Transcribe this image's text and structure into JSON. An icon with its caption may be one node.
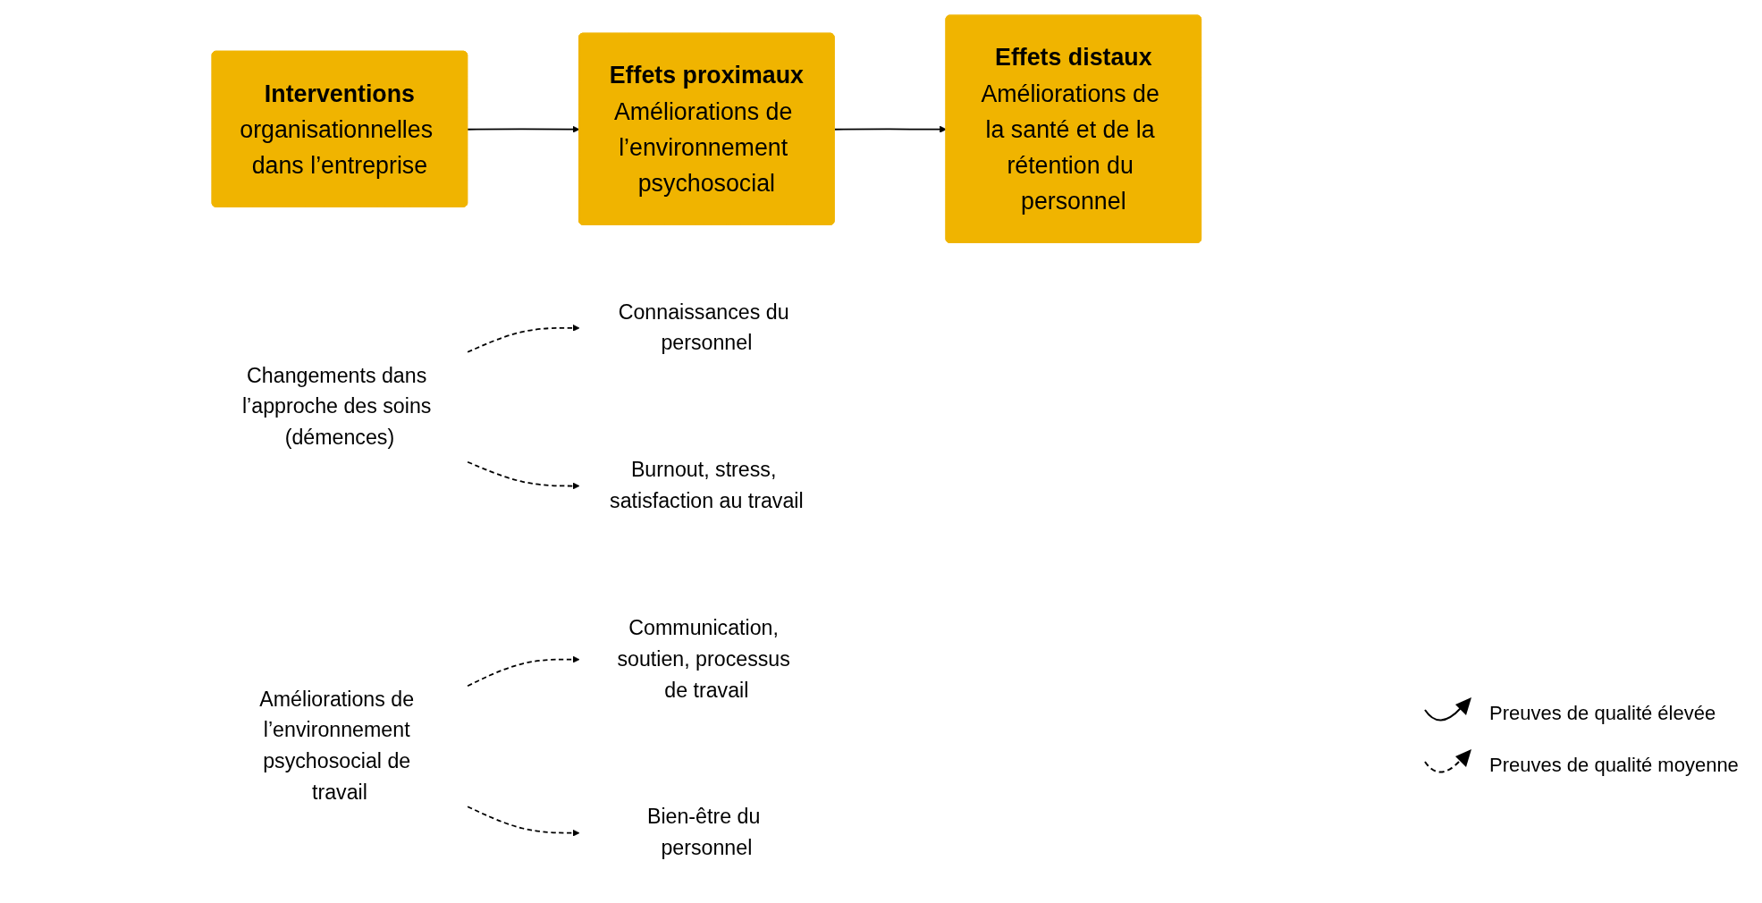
{
  "diagram": {
    "nodes": [
      {
        "text": [
          "Interventions",
          "organisationnelles dans l’entreprise"
        ]
      },
      {
        "text": [
          "Effets proximaux",
          "Améliorations de l’environnement psychosocial"
        ]
      },
      {
        "text": [
          "Effets distaux",
          "Améliorations de la santé et de la rétention du personnel"
        ]
      },
      {
        "text": [
          "Changements dans l’approche des soins (démences)"
        ]
      },
      {
        "text": [
          "Connaissances du personnel"
        ]
      },
      {
        "text": [
          "Burnout, stress, satisfaction au travail"
        ]
      },
      {
        "text": [
          "Améliorations de l’environnement psychosocial de travail"
        ]
      },
      {
        "text": [
          "Communication, soutien, processus de travail"
        ]
      },
      {
        "text": [
          "Bien-être du personnel"
        ]
      }
    ],
    "edges": [
      {
        "from": 0,
        "to": 1,
        "arrow": "to"
      },
      {
        "from": 1,
        "to": 2,
        "arrow": "to"
      },
      {
        "from": 3,
        "to": 4,
        "arrow": "to",
        "style": "dashed"
      },
      {
        "from": 3,
        "to": 5,
        "arrow": "to",
        "style": "dashed"
      },
      {
        "from": 6,
        "to": 7,
        "arrow": "to",
        "style": "dashed"
      },
      {
        "from": 6,
        "to": 8,
        "arrow": "to",
        "style": "dashed"
      }
    ],
    "legend": [
      {
        "text": "Preuves de qualité élevée"
      },
      {
        "text": "Preuves de qualité moyenne"
      }
    ]
  }
}
